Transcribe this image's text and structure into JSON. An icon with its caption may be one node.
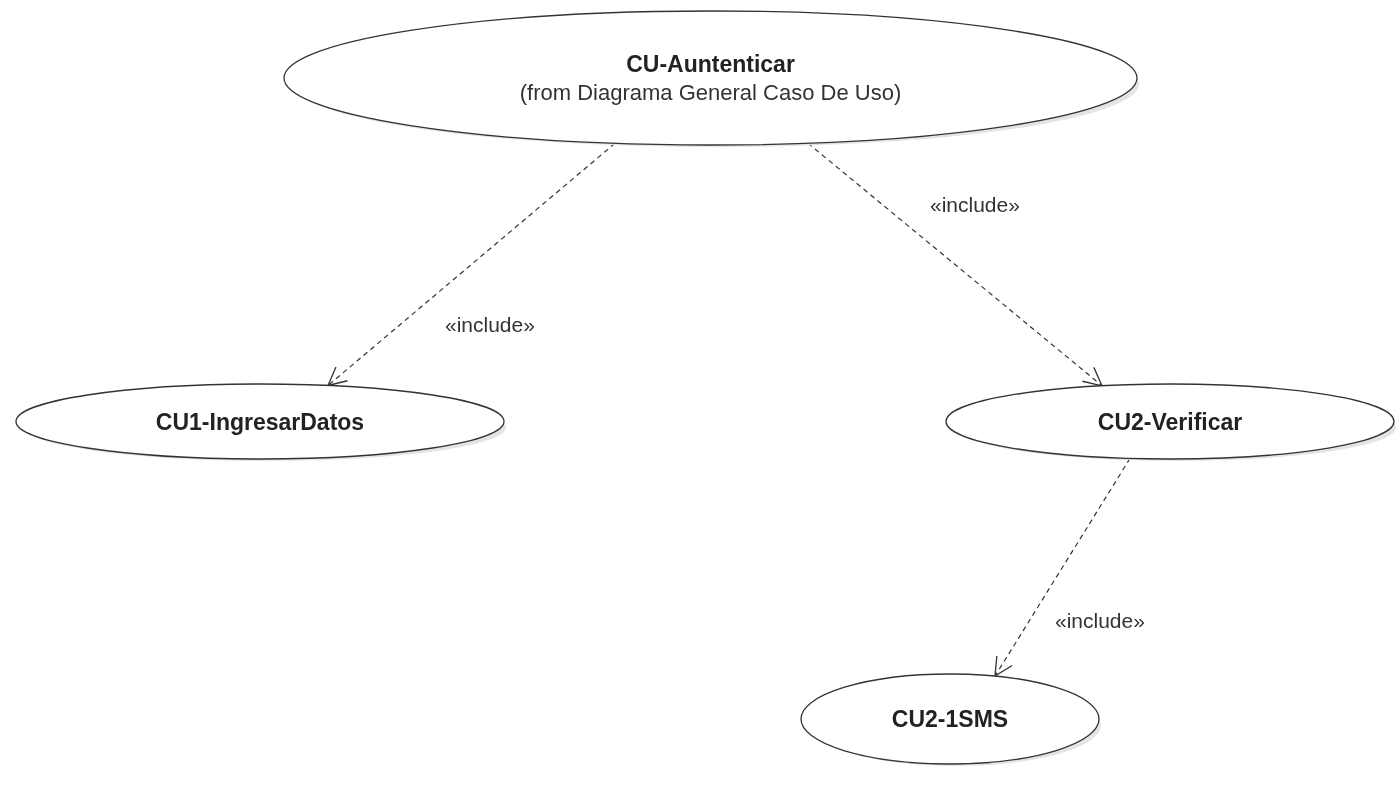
{
  "diagram": {
    "nodes": [
      {
        "text": [
          "CU-Auntenticar",
          "(from Diagrama General Caso De Uso)"
        ]
      },
      {
        "text": [
          "CU1-IngresarDatos"
        ]
      },
      {
        "text": [
          "CU2-Verificar"
        ]
      },
      {
        "text": [
          "CU2-1SMS"
        ]
      }
    ],
    "edges": [
      {
        "from": 0,
        "to": 1,
        "arrow": "to",
        "label": "«include»",
        "style": "dashed"
      },
      {
        "from": 0,
        "to": 2,
        "arrow": "to",
        "label": "«include»",
        "style": "dashed"
      },
      {
        "from": 2,
        "to": 3,
        "arrow": "to",
        "label": "«include»",
        "style": "dashed"
      }
    ]
  }
}
